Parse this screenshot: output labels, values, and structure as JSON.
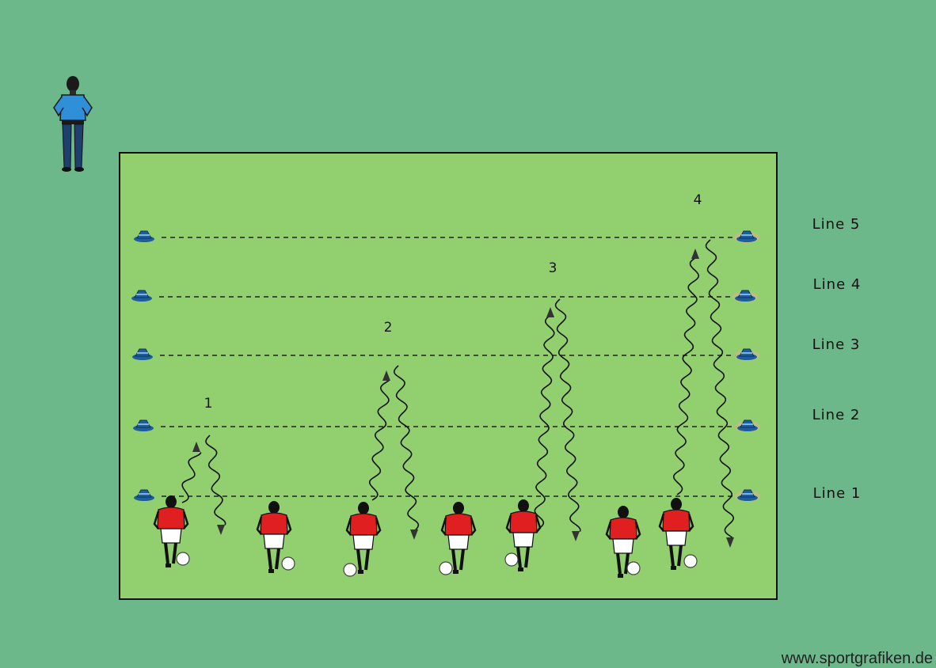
{
  "colors": {
    "outer_background": "#6db88a",
    "pitch": "#92cf6e",
    "pitch_border": "#111111",
    "cone": "#1d5f9e",
    "coach_shirt": "#2f8fd8",
    "coach_trousers": "#1f3f6e",
    "player_shirt": "#e02020",
    "ball": "#ffffff"
  },
  "lines": [
    {
      "label": "Line 5"
    },
    {
      "label": "Line 4"
    },
    {
      "label": "Line 3"
    },
    {
      "label": "Line 2"
    },
    {
      "label": "Line 1"
    }
  ],
  "runs": [
    {
      "label": "1",
      "target_line": "Line 2"
    },
    {
      "label": "2",
      "target_line": "Line 3"
    },
    {
      "label": "3",
      "target_line": "Line 4"
    },
    {
      "label": "4",
      "target_line": "Line 5"
    }
  ],
  "icons": [
    "coach-icon",
    "cone-icon",
    "player-icon",
    "ball-icon",
    "arrow-icon"
  ],
  "credit": "www.sportgrafiken.de"
}
